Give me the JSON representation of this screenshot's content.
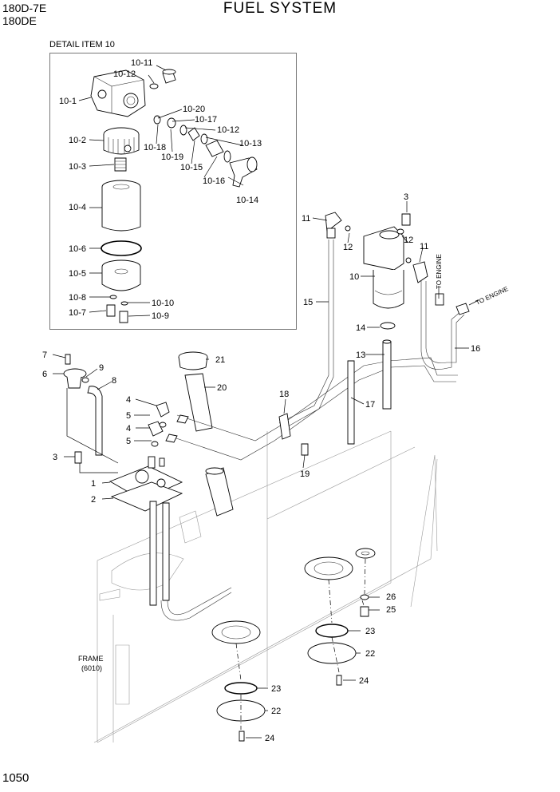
{
  "header": {
    "model_line1": "180D-7E",
    "model_line2": "180DE",
    "title": "FUEL SYSTEM",
    "page_number": "1050"
  },
  "detail": {
    "title": "DETAIL ITEM 10",
    "labels": [
      "10-11",
      "10-12",
      "10-1",
      "10-20",
      "10-17",
      "10-12",
      "10-2",
      "10-18",
      "10-19",
      "10-13",
      "10-15",
      "10-3",
      "10-16",
      "10-14",
      "10-4",
      "10-6",
      "10-5",
      "10-8",
      "10-10",
      "10-7",
      "10-9"
    ]
  },
  "main_labels": [
    "11",
    "3",
    "12",
    "12",
    "11",
    "10",
    "15",
    "14",
    "13",
    "16",
    "7",
    "9",
    "6",
    "8",
    "21",
    "20",
    "4",
    "5",
    "4",
    "5",
    "18",
    "17",
    "3",
    "19",
    "1",
    "2",
    "26",
    "25",
    "23",
    "22",
    "24",
    "23",
    "22",
    "24"
  ],
  "annotations": {
    "to_engine_1": "TO ENGINE",
    "to_engine_2": "TO ENGINE",
    "frame": "FRAME",
    "frame_code": "(6010)"
  }
}
